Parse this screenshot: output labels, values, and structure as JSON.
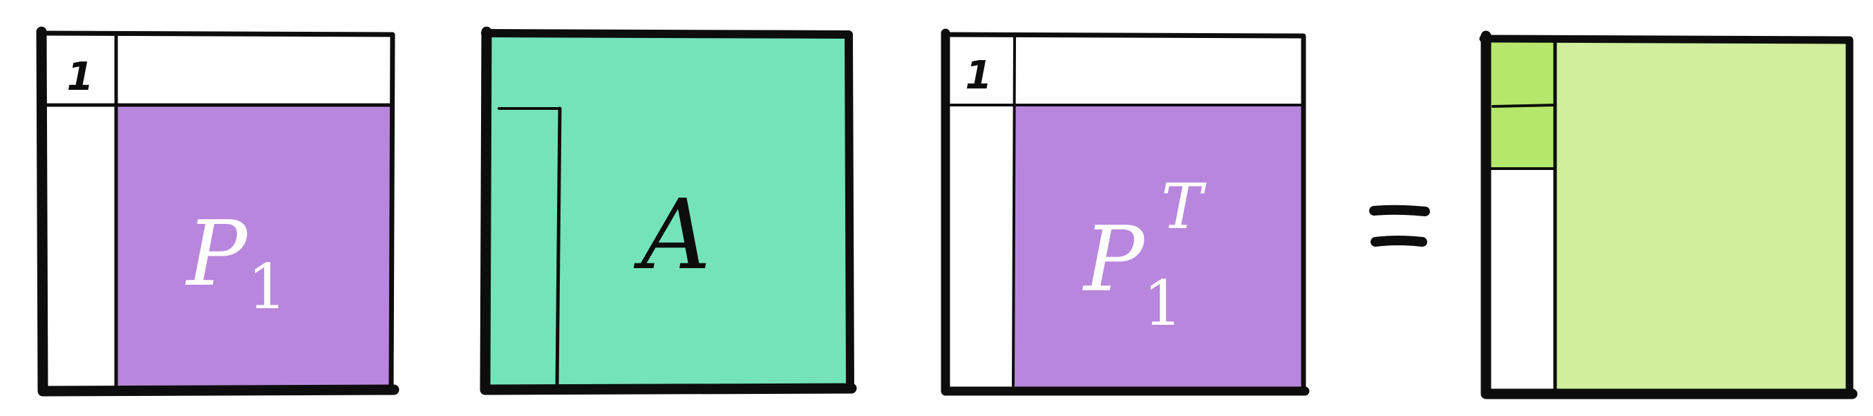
{
  "colors": {
    "purple": "#b986dd",
    "teal": "#74e3bc",
    "light_green": "#d0ee9e",
    "bright_green": "#b4e76b",
    "ink": "#0d0d0d",
    "paper": "#ffffff"
  },
  "matrices": {
    "p1": {
      "corner_label": "1",
      "name_base": "P",
      "name_sub": "1"
    },
    "a": {
      "name": "A"
    },
    "p1t": {
      "corner_label": "1",
      "name_base": "P",
      "name_sub": "1",
      "name_sup": "T"
    },
    "result": {}
  },
  "operator": {
    "equals_icon": "equals-icon"
  }
}
